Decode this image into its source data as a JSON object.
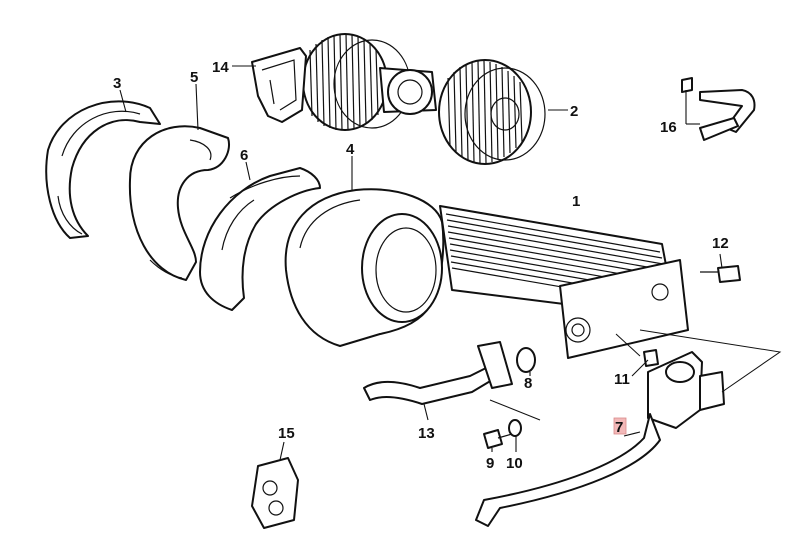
{
  "diagram": {
    "highlight_color": "#f2b8b8",
    "callouts": [
      {
        "id": "c1",
        "text": "1"
      },
      {
        "id": "c2",
        "text": "2"
      },
      {
        "id": "c3",
        "text": "3"
      },
      {
        "id": "c4",
        "text": "4"
      },
      {
        "id": "c5",
        "text": "5"
      },
      {
        "id": "c6",
        "text": "6"
      },
      {
        "id": "c7",
        "text": "7",
        "highlighted": true
      },
      {
        "id": "c8",
        "text": "8"
      },
      {
        "id": "c9",
        "text": "9"
      },
      {
        "id": "c10",
        "text": "10"
      },
      {
        "id": "c11",
        "text": "11"
      },
      {
        "id": "c12",
        "text": "12"
      },
      {
        "id": "c13",
        "text": "13"
      },
      {
        "id": "c14",
        "text": "14"
      },
      {
        "id": "c15",
        "text": "15"
      },
      {
        "id": "c16",
        "text": "16"
      }
    ]
  }
}
